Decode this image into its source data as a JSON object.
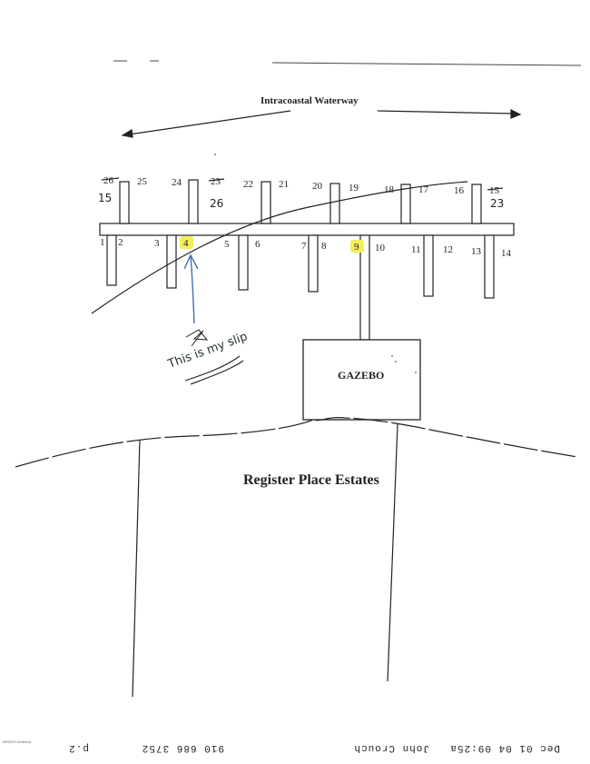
{
  "title": "Intracoastal Waterway",
  "gazebo_label": "GAZEBO",
  "estate_label": "Register Place Estates",
  "handwritten_note": "This is my slip",
  "fax_header": {
    "date": "Dec 01 04 09:25a",
    "sender": "John Crouch",
    "phone": "910 686 3752",
    "page": "p.2"
  },
  "corner_mark": "AP0074 0L00444",
  "slip_numbers_top": {
    "s26": "26",
    "s25": "25",
    "s24": "24",
    "s23": "23",
    "s22": "22",
    "s21": "21",
    "s20": "20",
    "s19": "19",
    "s18": "18",
    "s17": "17",
    "s16": "16",
    "s15": "15"
  },
  "slip_numbers_bottom": {
    "s1": "1",
    "s2": "2",
    "s3": "3",
    "s4": "4",
    "s5": "5",
    "s6": "6",
    "s7": "7",
    "s8": "8",
    "s9": "9",
    "s10": "10",
    "s11": "11",
    "s12": "12",
    "s13": "13",
    "s14": "14"
  },
  "handwritten_corrections": {
    "c15": "15",
    "c26": "26",
    "c23": "23"
  },
  "colors": {
    "highlight": "#f3ee5a",
    "pen_blue": "#3f6fb0",
    "ink": "#222222"
  }
}
